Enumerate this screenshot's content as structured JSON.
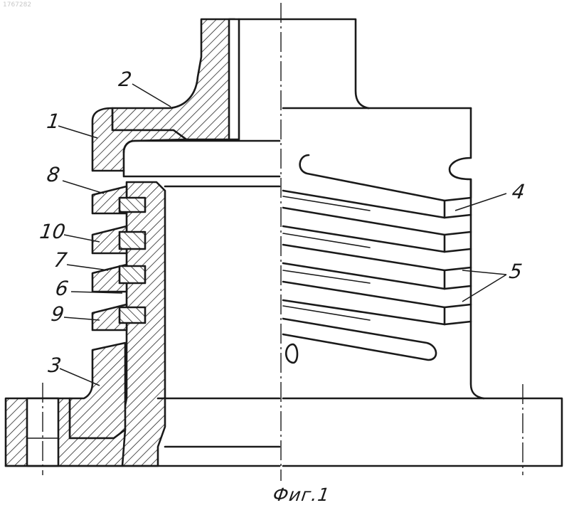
{
  "watermark": {
    "patent_number": "1767282"
  },
  "figure": {
    "caption": "Фиг.1",
    "callouts": [
      {
        "id": "1",
        "text": "1"
      },
      {
        "id": "2",
        "text": "2"
      },
      {
        "id": "3",
        "text": "3"
      },
      {
        "id": "4",
        "text": "4"
      },
      {
        "id": "5",
        "text": "5"
      },
      {
        "id": "6",
        "text": "6"
      },
      {
        "id": "7",
        "text": "7"
      },
      {
        "id": "8",
        "text": "8"
      },
      {
        "id": "9",
        "text": "9"
      },
      {
        "id": "10",
        "text": "10"
      }
    ]
  },
  "colors": {
    "ink": "#1a1a1a",
    "paper": "#ffffff",
    "watermark": "#c8c8c8"
  }
}
